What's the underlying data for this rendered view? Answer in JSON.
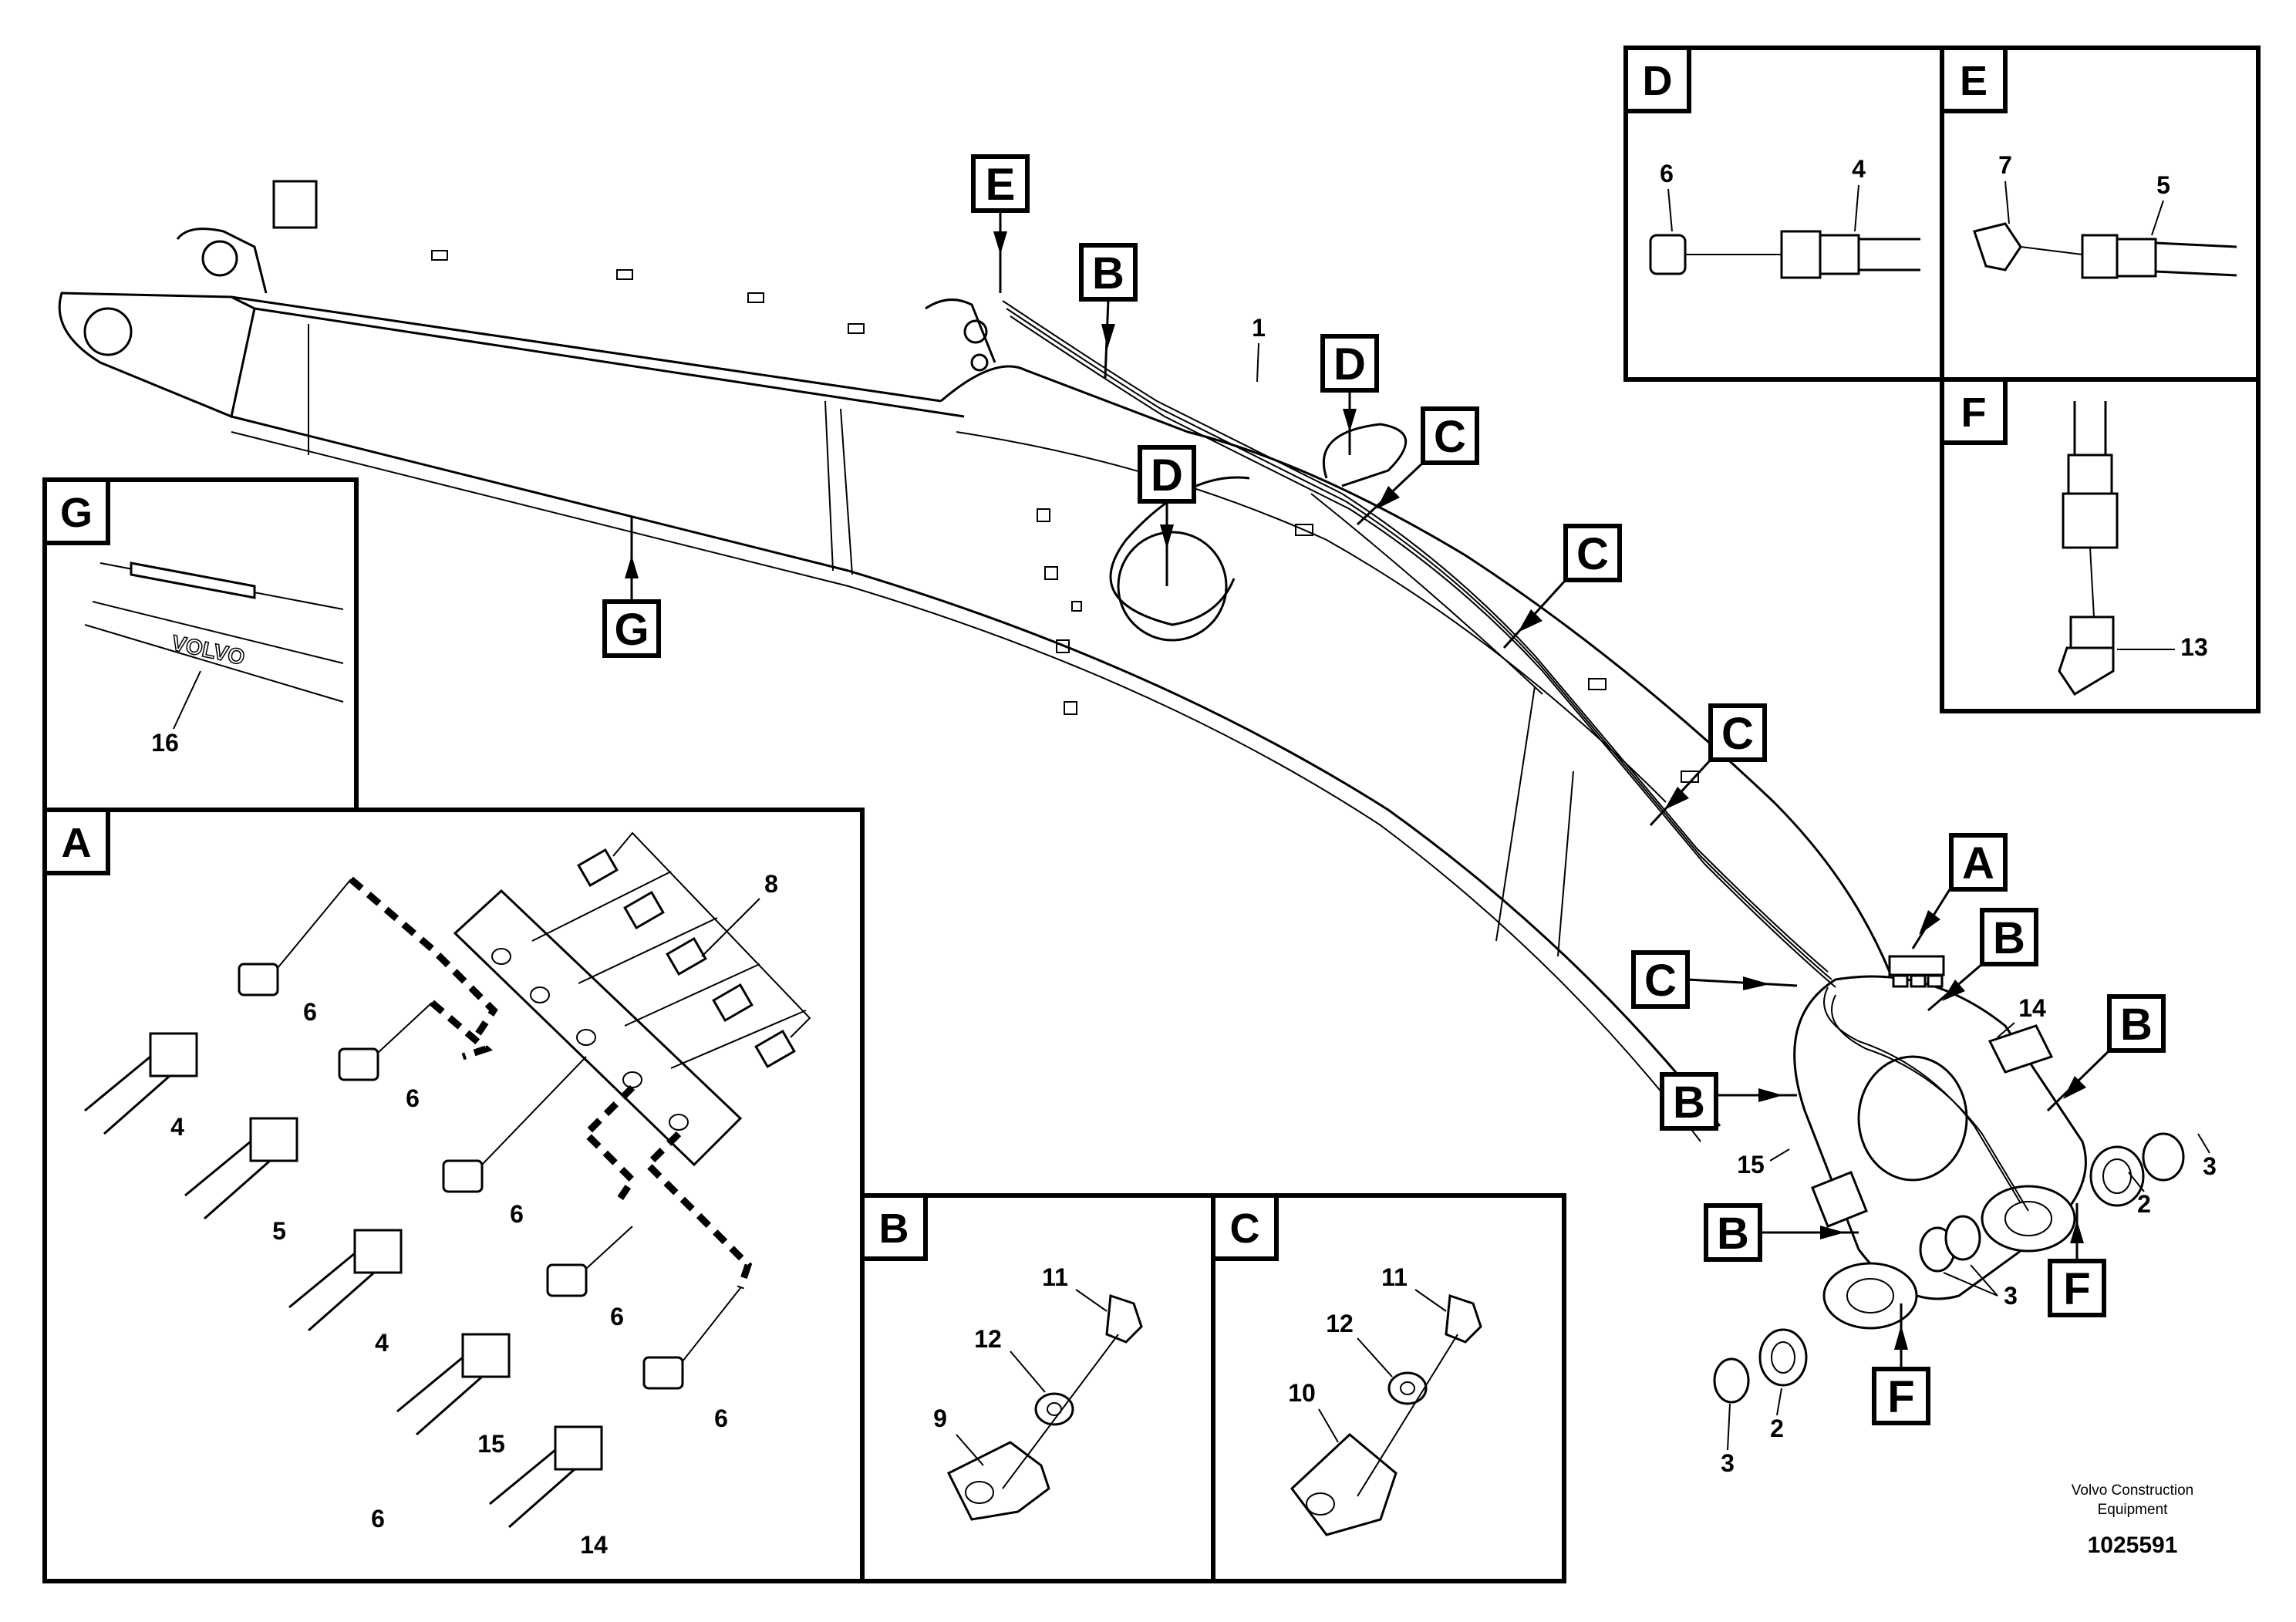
{
  "callouts": {
    "E_main": "E",
    "B_top": "B",
    "D_top": "D",
    "D_mid": "D",
    "G_main": "G",
    "C1": "C",
    "C2": "C",
    "C3": "C",
    "C4": "C",
    "A_main": "A",
    "B_right1": "B",
    "B_right2": "B",
    "B_right3": "B",
    "B_right4": "B",
    "F_1": "F",
    "F_2": "F"
  },
  "main_labels": {
    "n1": "1",
    "n14": "14",
    "n15": "15",
    "n2a": "2",
    "n3a": "3",
    "n3b": "3",
    "n2b": "2",
    "n3c": "3"
  },
  "panels": {
    "D": {
      "letter": "D",
      "labels": [
        "6",
        "4"
      ]
    },
    "E": {
      "letter": "E",
      "labels": [
        "7",
        "5"
      ]
    },
    "F": {
      "letter": "F",
      "labels": [
        "13"
      ]
    },
    "G": {
      "letter": "G",
      "labels": [
        "16"
      ],
      "brand_text": "VOLVO"
    },
    "A": {
      "letter": "A",
      "labels": [
        "8",
        "6",
        "6",
        "4",
        "6",
        "5",
        "6",
        "4",
        "6",
        "15",
        "6",
        "14"
      ]
    },
    "B": {
      "letter": "B",
      "labels": [
        "11",
        "12",
        "9"
      ]
    },
    "C": {
      "letter": "C",
      "labels": [
        "11",
        "12",
        "10"
      ]
    }
  },
  "footer": {
    "company_line1": "Volvo Construction",
    "company_line2": "Equipment",
    "drawing_number": "1025591"
  }
}
